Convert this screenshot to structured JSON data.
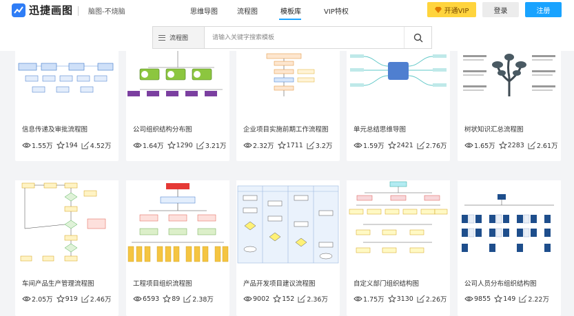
{
  "header": {
    "logo_text": "迅捷画图",
    "slogan": "脑图-不烧脑",
    "nav": [
      {
        "label": "思维导图"
      },
      {
        "label": "流程图"
      },
      {
        "label": "模板库"
      },
      {
        "label": "VIP特权"
      }
    ],
    "vip_label": "开通VIP",
    "login_label": "登录",
    "register_label": "注册"
  },
  "search": {
    "category": "流程图",
    "placeholder": "请输入关键字搜索模板"
  },
  "cards": [
    {
      "title": "信息传递及审批流程图",
      "views": "1.55万",
      "likes": "194",
      "edits": "4.52万"
    },
    {
      "title": "公司组织结构分布图",
      "views": "1.64万",
      "likes": "1290",
      "edits": "3.21万"
    },
    {
      "title": "企业项目实施前期工作流程图",
      "views": "2.32万",
      "likes": "1711",
      "edits": "3.2万"
    },
    {
      "title": "单元总结思维导图",
      "views": "1.59万",
      "likes": "2421",
      "edits": "2.76万"
    },
    {
      "title": "树状知识汇总流程图",
      "views": "1.65万",
      "likes": "2283",
      "edits": "2.61万"
    },
    {
      "title": "车间产品生产管理流程图",
      "views": "2.05万",
      "likes": "919",
      "edits": "2.46万"
    },
    {
      "title": "工程项目组织流程图",
      "views": "6593",
      "likes": "89",
      "edits": "2.38万"
    },
    {
      "title": "产品开发项目建议流程图",
      "views": "9002",
      "likes": "152",
      "edits": "2.36万"
    },
    {
      "title": "自定义部门组织结构图",
      "views": "1.75万",
      "likes": "3130",
      "edits": "2.26万"
    },
    {
      "title": "公司人员分布组织结构图",
      "views": "9855",
      "likes": "149",
      "edits": "2.22万"
    }
  ]
}
